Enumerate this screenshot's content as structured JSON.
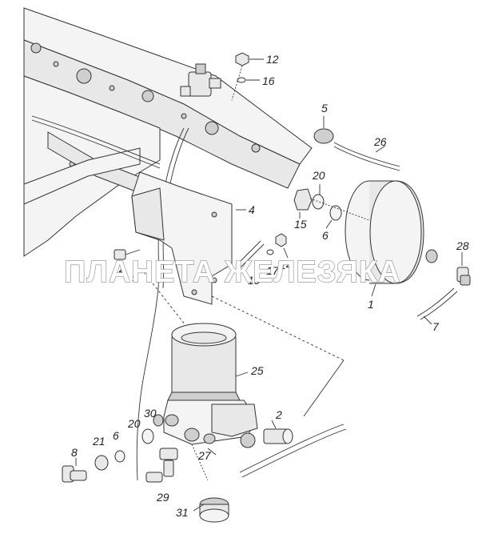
{
  "diagram": {
    "watermark": "ПЛАНЕТА ЖЕЛЕЗЯКА",
    "callouts": [
      "12",
      "16",
      "5",
      "26",
      "20",
      "4",
      "15",
      "6",
      "28",
      "14",
      "9",
      "19",
      "17",
      "14",
      "1",
      "7",
      "25",
      "30",
      "2",
      "20",
      "21",
      "6",
      "8",
      "27",
      "29",
      "31"
    ]
  }
}
